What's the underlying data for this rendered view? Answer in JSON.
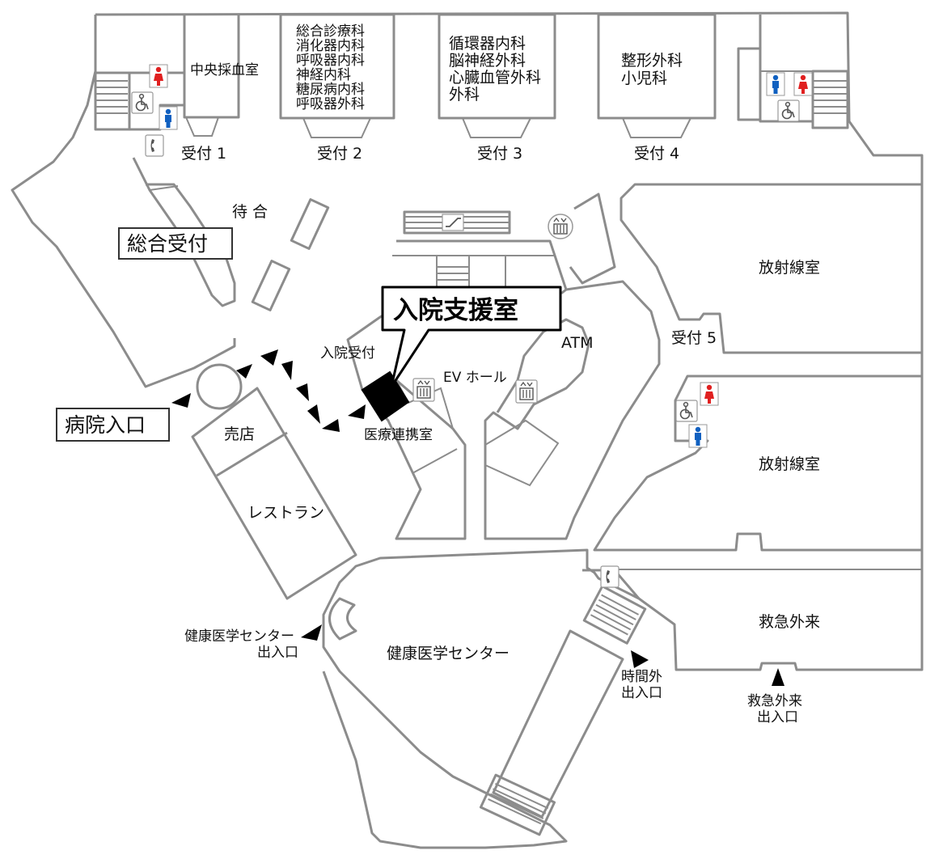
{
  "colors": {
    "wall": "#8c8c8c",
    "highlight": "#000000",
    "restroom_female": "#e02020",
    "restroom_male": "#1060c0",
    "accessible": "#666666"
  },
  "rooms": {
    "central_blood": "中央採血室",
    "dept2": [
      "総合診療科",
      "消化器内科",
      "呼吸器内科",
      "神経内科",
      "糖尿病内科",
      "呼吸器外科"
    ],
    "dept3": [
      "循環器内科",
      "脳神経外科",
      "心臓血管外科",
      "外科"
    ],
    "dept4": [
      "整形外科",
      "小児科"
    ],
    "radiology1": "放射線室",
    "radiology2": "放射線室",
    "emergency": "救急外来",
    "health_center": "健康医学センター",
    "shop": "売店",
    "restaurant": "レストラン",
    "admission_counter": "入院受付",
    "medical_liaison": "医療連携室",
    "ev_hall": "EV ホール",
    "atm": "ATM",
    "waiting": "待 合"
  },
  "reception": {
    "r1": "受付 1",
    "r2": "受付 2",
    "r3": "受付 3",
    "r4": "受付 4",
    "r5": "受付 5"
  },
  "callouts": {
    "admission_support": "入院支援室",
    "general_reception": "総合受付",
    "hospital_entrance": "病院入口"
  },
  "entrances": {
    "health_center": [
      "健康医学センター",
      "出入口"
    ],
    "after_hours": [
      "時間外",
      "出入口"
    ],
    "emergency": [
      "救急外来",
      "出入口"
    ]
  },
  "icons": {
    "restroom_female": "female-restroom-icon",
    "restroom_male": "male-restroom-icon",
    "accessible": "wheelchair-icon",
    "phone": "phone-icon",
    "elevator": "elevator-icon",
    "escalator": "escalator-icon"
  }
}
